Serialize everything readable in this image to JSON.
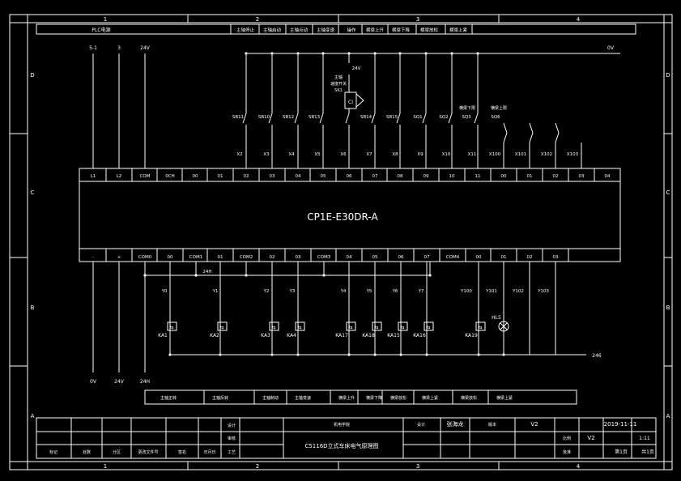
{
  "border": {
    "col_numbers": [
      "1",
      "2",
      "3",
      "4"
    ],
    "row_letters": [
      "D",
      "C",
      "B",
      "A"
    ]
  },
  "header": {
    "title": "PLC电源",
    "functions": [
      "主轴停止",
      "主轴启动",
      "主轴点动",
      "主轴变速",
      "操作",
      "横梁上升",
      "横梁下降",
      "横梁放松",
      "横梁上紧"
    ]
  },
  "power": {
    "top_labels": [
      "5-1",
      "3",
      "24V"
    ],
    "bottom_labels": [
      "0V",
      "24V",
      "24H"
    ],
    "rail_0v": "0V",
    "rail_24h": "24H",
    "rail_246": "246"
  },
  "plc": {
    "model": "CP1E-E30DR-A",
    "top_terminals": [
      "L1",
      "L2",
      "COM",
      "0CH",
      "00",
      "01",
      "02",
      "03",
      "04",
      "05",
      "06",
      "07",
      "08",
      "09",
      "10",
      "11",
      "00",
      "01",
      "02",
      "03",
      "04"
    ],
    "bottom_terminals": [
      "-",
      "+",
      "COM0",
      "00",
      "COM1",
      "01",
      "COM2",
      "02",
      "03",
      "COM3",
      "04",
      "05",
      "06",
      "07",
      "COM4",
      "00",
      "01",
      "02",
      "03"
    ]
  },
  "inputs": {
    "switches": [
      "SB11",
      "SB10",
      "SB12",
      "SB13",
      "SB14",
      "SB15",
      "SQ1",
      "SQ2",
      "SQ3",
      "SQ6"
    ],
    "addresses": [
      "X2",
      "X3",
      "X4",
      "X5",
      "X6",
      "X7",
      "X8",
      "X9",
      "X10",
      "X11",
      "X100",
      "X101",
      "X102",
      "X103"
    ],
    "sq3_note": "横梁下限",
    "sq6_note": "横梁上限",
    "selector_label_1": "主轴",
    "selector_label_2": "速度开关",
    "selector_label_3": "SK1",
    "selector_24v": "24V"
  },
  "outputs": {
    "addresses": [
      "Y0",
      "Y1",
      "Y2",
      "Y3",
      "Y4",
      "Y5",
      "Y6",
      "Y7",
      "Y100",
      "Y101",
      "Y102",
      "Y103"
    ],
    "relays": [
      "KA1",
      "KA2",
      "KA3",
      "KA4",
      "KA17",
      "KA18",
      "KA15",
      "KA16",
      "KA19"
    ],
    "lamp": "HL5"
  },
  "bottom_functions": [
    "主轴正转",
    "主轴反转",
    "主轴制动",
    "主轴变速",
    "横梁上升",
    "横梁下降",
    "横梁放松",
    "横梁上紧",
    "横梁放松",
    "横梁上紧"
  ],
  "title_block": {
    "drawing_name": "C5116D立式车床电气原理图",
    "org": "机电学院",
    "designer_label": "设计",
    "designer": "张海龙",
    "version_label": "版本",
    "version": "V2",
    "date": "2019-11-11",
    "scale_label": "比例",
    "scale": "1:11",
    "version2": "V2",
    "page": "第1页",
    "total": "共1页",
    "row_labels": [
      "标记",
      "处数",
      "分区",
      "更改文件号",
      "签名",
      "年月日"
    ],
    "design_labels": [
      "设计",
      "审核",
      "工艺",
      "批准"
    ]
  }
}
